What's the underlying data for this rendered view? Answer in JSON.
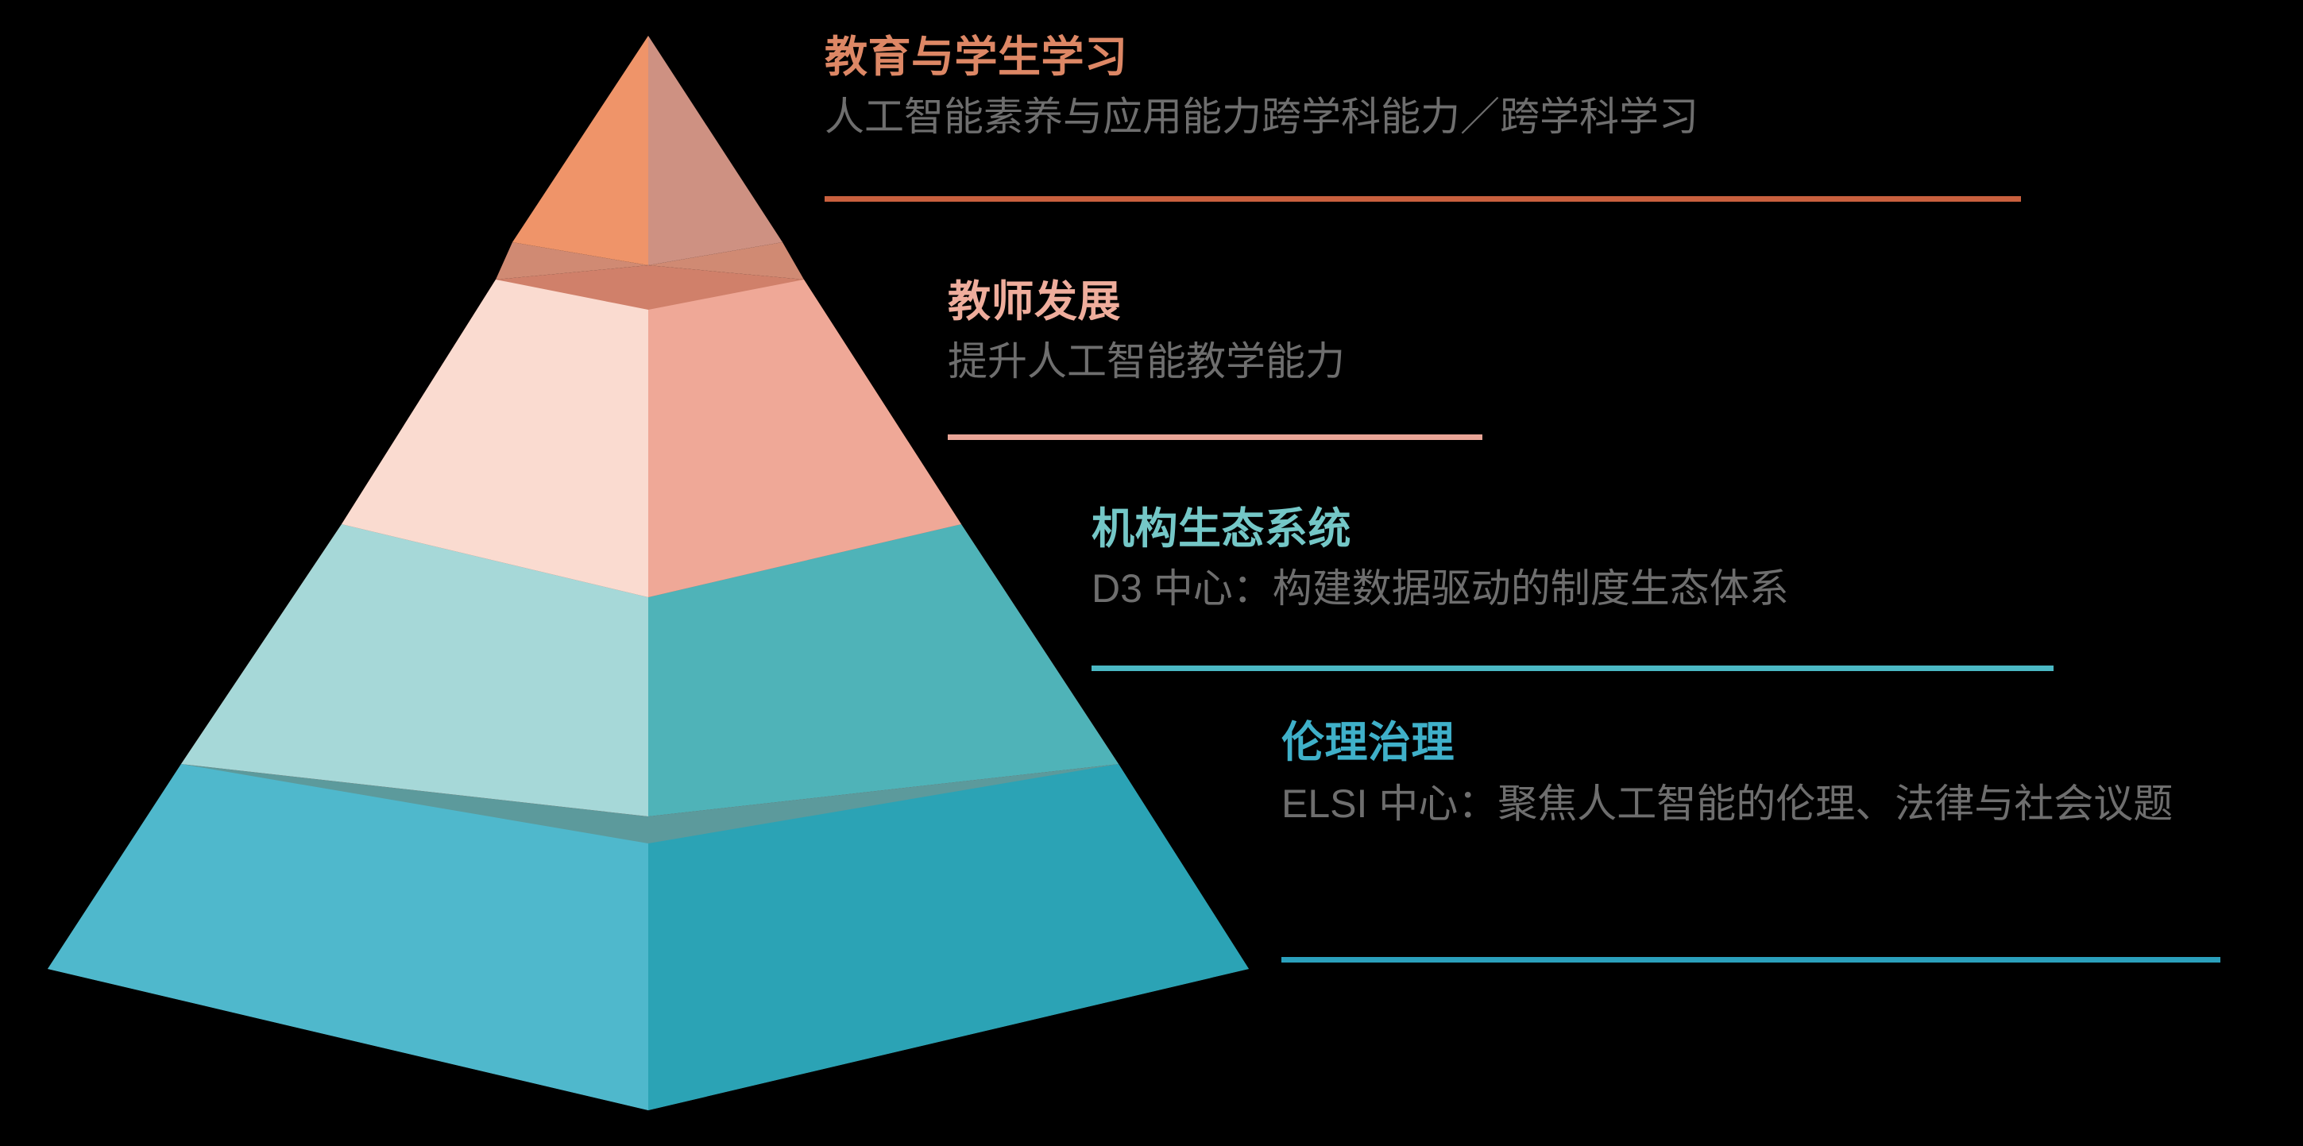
{
  "diagram": {
    "type": "layered-3d-pyramid",
    "background_color": "#000000",
    "levels": [
      {
        "index": 1,
        "position": "apex",
        "heading": "教育与学生学习",
        "body": "人工智能素养与应用能力跨学科能力／跨学科学习",
        "heading_color": "#DD8765",
        "body_color": "#6E6E6E",
        "rule_color": "#C9603E",
        "face_left_color": "#EF9469",
        "face_right_color": "#CE9182",
        "top_face_color": "#D0806A"
      },
      {
        "index": 2,
        "position": "second",
        "heading": "教师发展",
        "body": "提升人工智能教学能力",
        "heading_color": "#EFAD9C",
        "body_color": "#6E6E6E",
        "rule_color": "#E9A597",
        "face_left_color": "#FADBD0",
        "face_right_color": "#EFA897",
        "top_face_color": "#D0806A"
      },
      {
        "index": 3,
        "position": "third",
        "heading": "机构生态系统",
        "body": "D3 中心：构建数据驱动的制度生态体系",
        "heading_color": "#74C7C7",
        "body_color": "#6E6E6E",
        "rule_color": "#4BB8C4",
        "face_left_color": "#A6D8D8",
        "face_right_color": "#4FB3B8",
        "top_face_color": "#B5786D"
      },
      {
        "index": 4,
        "position": "base",
        "heading": "伦理治理",
        "body": "ELSI 中心：聚焦人工智能的伦理、法律与社会议题",
        "heading_color": "#3FB0C9",
        "body_color": "#6E6E6E",
        "rule_color": "#2BA0BC",
        "face_left_color": "#4FB8CC",
        "face_right_color": "#2BA3B5",
        "top_face_color": "#5C9A9C"
      }
    ]
  }
}
